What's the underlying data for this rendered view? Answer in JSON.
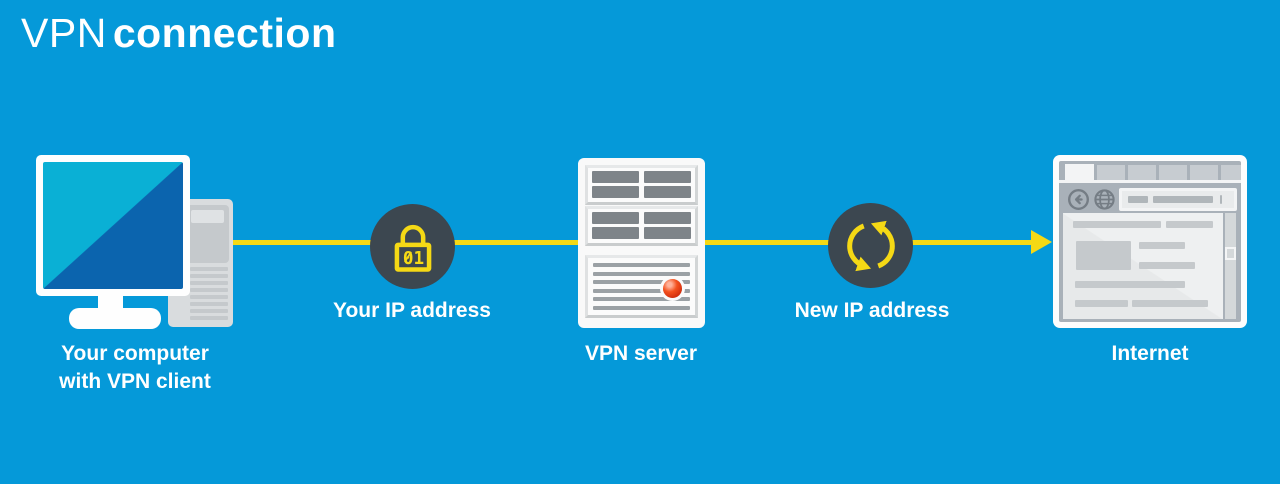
{
  "title": {
    "prefix": "VPN",
    "emphasis": "connection"
  },
  "colors": {
    "background": "#0599d9",
    "accent_yellow": "#f5d915",
    "badge_circle": "#3c4750",
    "screen_teal": "#0ab0d5",
    "screen_blue": "#0b64ae",
    "label_text": "#ffffff"
  },
  "icons": {
    "lock": "lock-icon",
    "refresh": "refresh-icon",
    "arrowhead": "arrowhead-icon",
    "browser_back": "back-icon",
    "browser_globe": "globe-icon"
  },
  "nodes": {
    "computer": {
      "label_line1": "Your computer",
      "label_line2": "with VPN client"
    },
    "your_ip": {
      "label": "Your IP address",
      "lock_digits": "01"
    },
    "vpn_server": {
      "label": "VPN server"
    },
    "new_ip": {
      "label": "New IP address"
    },
    "internet": {
      "label": "Internet"
    }
  }
}
